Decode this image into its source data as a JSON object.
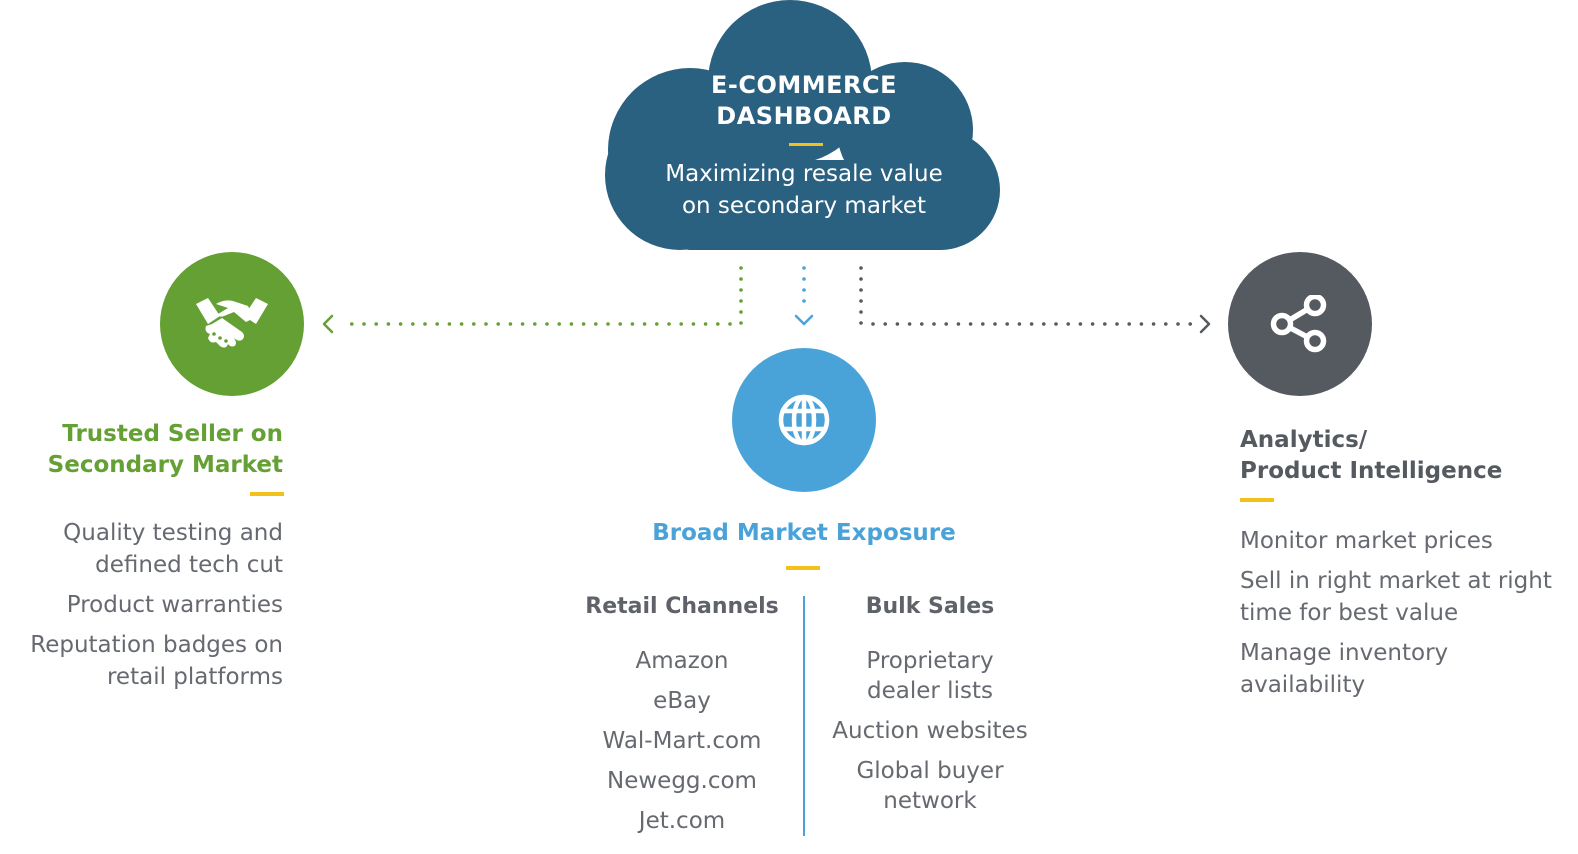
{
  "colors": {
    "cloud": "#2a6080",
    "green": "#64a033",
    "blue": "#4aa3d8",
    "gray": "#555a61",
    "accent_bar": "#f2c21b",
    "text": "#666a70",
    "dark_text": "#5f6369"
  },
  "cloud": {
    "title_line1": "E-COMMERCE",
    "title_line2": "DASHBOARD",
    "subtitle_line1": "Maximizing resale value",
    "subtitle_line2": "on secondary market"
  },
  "left": {
    "icon": "handshake-icon",
    "heading_line1": "Trusted Seller on",
    "heading_line2": "Secondary Market",
    "items": [
      "Quality testing and\ndefined tech cut",
      "Product warranties",
      "Reputation badges on\nretail platforms"
    ]
  },
  "center": {
    "icon": "globe-icon",
    "heading": "Broad Market Exposure",
    "retail_heading": "Retail Channels",
    "retail_items": [
      "Amazon",
      "eBay",
      "Wal-Mart.com",
      "Newegg.com",
      "Jet.com"
    ],
    "bulk_heading": "Bulk Sales",
    "bulk_items": [
      "Proprietary\ndealer lists",
      "Auction websites",
      "Global buyer\nnetwork"
    ]
  },
  "right": {
    "icon": "share-icon",
    "heading_line1": "Analytics/",
    "heading_line2": "Product Intelligence",
    "items": [
      "Monitor market prices",
      "Sell in right market at right time for best value",
      "Manage inventory availability"
    ]
  }
}
